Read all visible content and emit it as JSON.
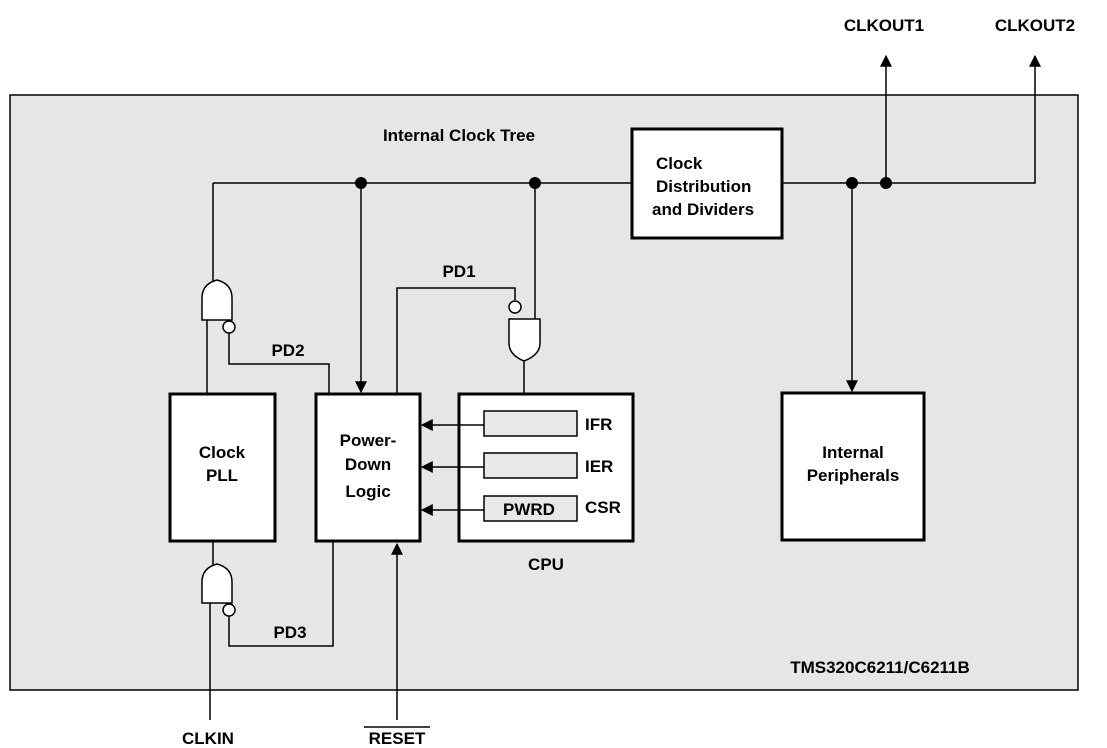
{
  "outputs": {
    "clkout1": "CLKOUT1",
    "clkout2": "CLKOUT2"
  },
  "inputs": {
    "clkin": "CLKIN",
    "reset": "RESET"
  },
  "title": "Internal Clock Tree",
  "chip_name": "TMS320C6211/C6211B",
  "blocks": {
    "clock_dist": [
      "Clock",
      "Distribution",
      "and Dividers"
    ],
    "clock_pll": [
      "Clock",
      "PLL"
    ],
    "power_down": [
      "Power-",
      "Down",
      "Logic"
    ],
    "peripherals": [
      "Internal",
      "Peripherals"
    ],
    "cpu": "CPU"
  },
  "registers": {
    "ifr": "IFR",
    "ier": "IER",
    "csr": "CSR",
    "pwrd": "PWRD"
  },
  "signals": {
    "pd1": "PD1",
    "pd2": "PD2",
    "pd3": "PD3"
  },
  "colors": {
    "chip_fill": "#e6e6e6",
    "register_fill": "#e8e8e8",
    "line": "#000000"
  }
}
